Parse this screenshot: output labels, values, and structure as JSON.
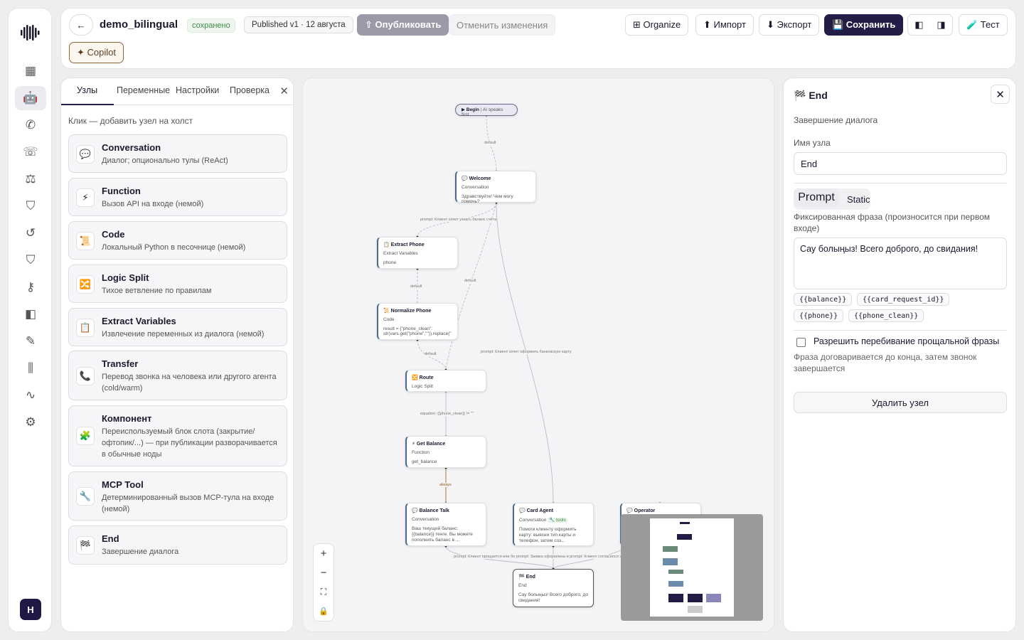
{
  "topbar": {
    "title": "demo_bilingual",
    "saved_badge": "сохранено",
    "published": "Published v1 · 12 августа",
    "publish_btn": "⇧ Опубликовать",
    "discard_btn": "Отменить изменения",
    "organize_btn": "⊞ Organize",
    "import_btn": "⬆ Импорт",
    "export_btn": "⬇ Экспорт",
    "save_btn": "💾 Сохранить",
    "test_btn": "🧪 Тест",
    "copilot_btn": "✦ Copilot",
    "back": "←"
  },
  "left": {
    "tabs": [
      "Узлы",
      "Переменные",
      "Настройки",
      "Проверка"
    ],
    "hint": "Клик — добавить узел на холст",
    "items": [
      {
        "icon": "💬",
        "title": "Conversation",
        "desc": "Диалог; опционально тулы (ReAct)"
      },
      {
        "icon": "⚡",
        "title": "Function",
        "desc": "Вызов API на входе (немой)"
      },
      {
        "icon": "📜",
        "title": "Code",
        "desc": "Локальный Python в песочнице (немой)"
      },
      {
        "icon": "🔀",
        "title": "Logic Split",
        "desc": "Тихое ветвление по правилам"
      },
      {
        "icon": "📋",
        "title": "Extract Variables",
        "desc": "Извлечение переменных из диалога (немой)"
      },
      {
        "icon": "📞",
        "title": "Transfer",
        "desc": "Перевод звонка на человека или другого агента (cold/warm)"
      },
      {
        "icon": "🧩",
        "title": "Компонент",
        "desc": "Переиспользуемый блок слота (закрытие/офтопик/...) — при публикации разворачивается в обычные ноды"
      },
      {
        "icon": "🔧",
        "title": "MCP Tool",
        "desc": "Детерминированный вызов MCP-тула на входе (немой)"
      },
      {
        "icon": "🏁",
        "title": "End",
        "desc": "Завершение диалога"
      }
    ]
  },
  "canvas": {
    "begin": {
      "title": "▶ Begin",
      "sub": "AI speaks first"
    },
    "nodes": [
      {
        "id": "welcome",
        "title": "💬 Welcome",
        "type": "Conversation",
        "body": "Здравствуйте! Чем могу помочь?"
      },
      {
        "id": "extract",
        "title": "📋 Extract Phone",
        "type": "Extract Variables",
        "body": "phone"
      },
      {
        "id": "normalize",
        "title": "📜 Normalize Phone",
        "type": "Code",
        "body": "result = {\"phone_clean\": str(vars.get(\"phone\",\"\")).replace(\" \", \"\")..."
      },
      {
        "id": "route",
        "title": "🔀 Route",
        "type": "Logic Split",
        "body": ""
      },
      {
        "id": "balance",
        "title": "⚡ Get Balance",
        "type": "Function",
        "body": "get_balance"
      },
      {
        "id": "balancetalk",
        "title": "💬 Balance Talk",
        "type": "Conversation",
        "body": "Ваш текущий баланс: {{balance}} тенге. Вы можете пополнить баланс в ..."
      },
      {
        "id": "card",
        "title": "💬 Card Agent",
        "type": "Conversation",
        "badge": "🔧 tools",
        "body": "Помоги клиенту оформить карту: выясни тип карты и телефон, затем соз..."
      },
      {
        "id": "operator",
        "title": "💬 Operator",
        "type": "",
        "body": ""
      },
      {
        "id": "end",
        "title": "🏁 End",
        "type": "End",
        "body": "Сау болыңыз! Всего доброго, до свидания!"
      }
    ],
    "edges": {
      "e1": "default",
      "e2": "prompt: Клиент хочет узнать баланс счёта",
      "e3": "default",
      "e4": "default",
      "e5": "prompt: Клиент хочет оформить банковскую карту",
      "e6": "default",
      "e7": "equation: {{phone_clean}} != \"\"",
      "e8": "always",
      "e9": "prompt: Клиент прощается или бо prompt: Заявка оформлена и prompt: Клиент согласился ждать к"
    },
    "zoom": [
      "+",
      "−",
      "⛶",
      "🔒"
    ]
  },
  "right": {
    "title": "🏁 End",
    "subtitle": "Завершение диалога",
    "name_label": "Имя узла",
    "name_value": "End",
    "mode_prompt": "Prompt",
    "mode_static": "Static",
    "static_label": "Фиксированная фраза (произносится при первом входе)",
    "static_value": "Сау болыңыз! Всего доброго, до свидания!",
    "vars": [
      "{{balance}}",
      "{{card_request_id}}",
      "{{phone}}",
      "{{phone_clean}}"
    ],
    "interrupt_label": "Разрешить перебивание прощальной фразы",
    "interrupt_note": "Фраза договаривается до конца, затем звонок завершается",
    "delete_btn": "Удалить узел"
  },
  "rail": {
    "avatar": "H"
  }
}
